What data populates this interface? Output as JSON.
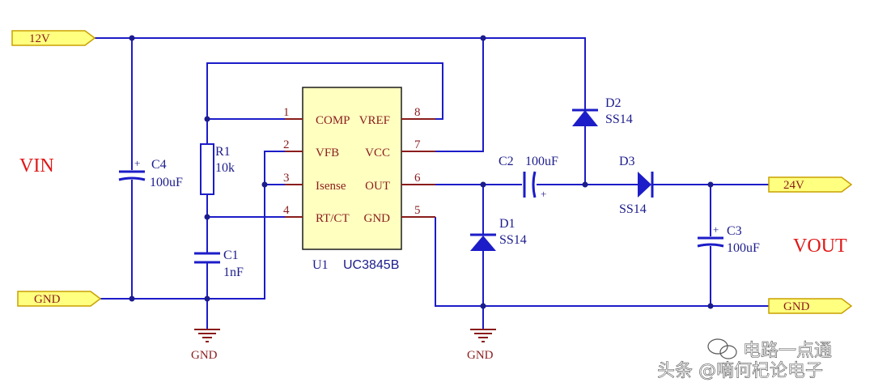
{
  "ports": {
    "vin_12v": "12V",
    "gnd_in": "GND",
    "out_24v": "24V",
    "gnd_out": "GND"
  },
  "net_labels": {
    "vin": "VIN",
    "vout": "VOUT"
  },
  "ground_labels": {
    "gnd_left": "GND",
    "gnd_mid": "GND"
  },
  "ic": {
    "designator": "U1",
    "part": "UC3845B",
    "pins": [
      {
        "num": "1",
        "name": "COMP"
      },
      {
        "num": "2",
        "name": "VFB"
      },
      {
        "num": "3",
        "name": "Isense"
      },
      {
        "num": "4",
        "name": "RT/CT"
      },
      {
        "num": "8",
        "name": "VREF"
      },
      {
        "num": "7",
        "name": "VCC"
      },
      {
        "num": "6",
        "name": "OUT"
      },
      {
        "num": "5",
        "name": "GND"
      }
    ]
  },
  "components": {
    "c4": {
      "ref": "C4",
      "value": "100uF"
    },
    "r1": {
      "ref": "R1",
      "value": "10k"
    },
    "c1": {
      "ref": "C1",
      "value": "1nF"
    },
    "c2": {
      "ref": "C2",
      "value": "100uF"
    },
    "d1": {
      "ref": "D1",
      "value": "SS14"
    },
    "d2": {
      "ref": "D2",
      "value": "SS14"
    },
    "d3": {
      "ref": "D3",
      "value": "SS14"
    },
    "c3": {
      "ref": "C3",
      "value": "100uF"
    }
  },
  "watermark": {
    "line1": "电路一点通",
    "line2": "头条 @嘀何杞论电子"
  },
  "colors": {
    "wire": "#1c1cc8",
    "pin_wire": "#8a1c1c",
    "net_label": "#e01818",
    "port_fill": "#ffff80"
  }
}
